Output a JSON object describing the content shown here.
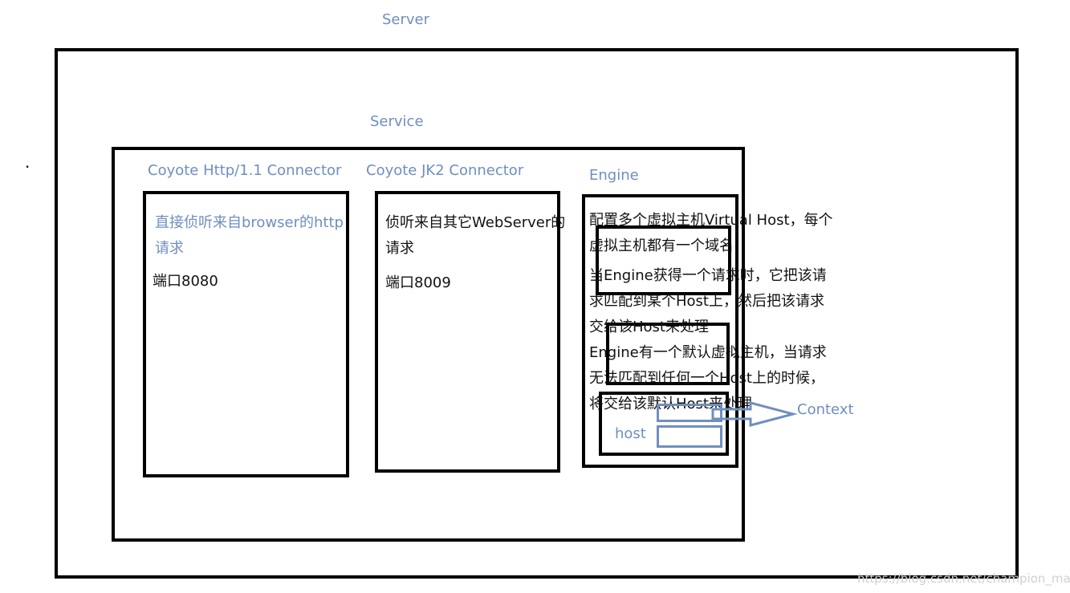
{
  "server": {
    "label": "Server"
  },
  "service": {
    "label": "Service"
  },
  "http_connector": {
    "label": "Coyote Http/1.1 Connector",
    "desc_line1": "直接侦听来自browser的http",
    "desc_line2": "请求",
    "port": "端口8080"
  },
  "jk2_connector": {
    "label": "Coyote JK2 Connector",
    "desc_line1": "侦听来自其它WebServer的",
    "desc_line2": "请求",
    "port": "端口8009"
  },
  "engine": {
    "label": "Engine",
    "lines": [
      "配置多个虚拟主机Virtual Host，每个",
      "虚拟主机都有一个域名",
      "当Engine获得一个请求时，它把该请",
      "求匹配到某个Host上，然后把该请求",
      "交给该Host来处理",
      "Engine有一个默认虚拟主机，当请求",
      "无法匹配到任何一个Host上的时候，",
      "将交给该默认Host来处理"
    ]
  },
  "host": {
    "label": "host"
  },
  "context": {
    "label": "Context"
  },
  "dot": "·",
  "watermark": "https://blog.csdn.net/champion_man"
}
